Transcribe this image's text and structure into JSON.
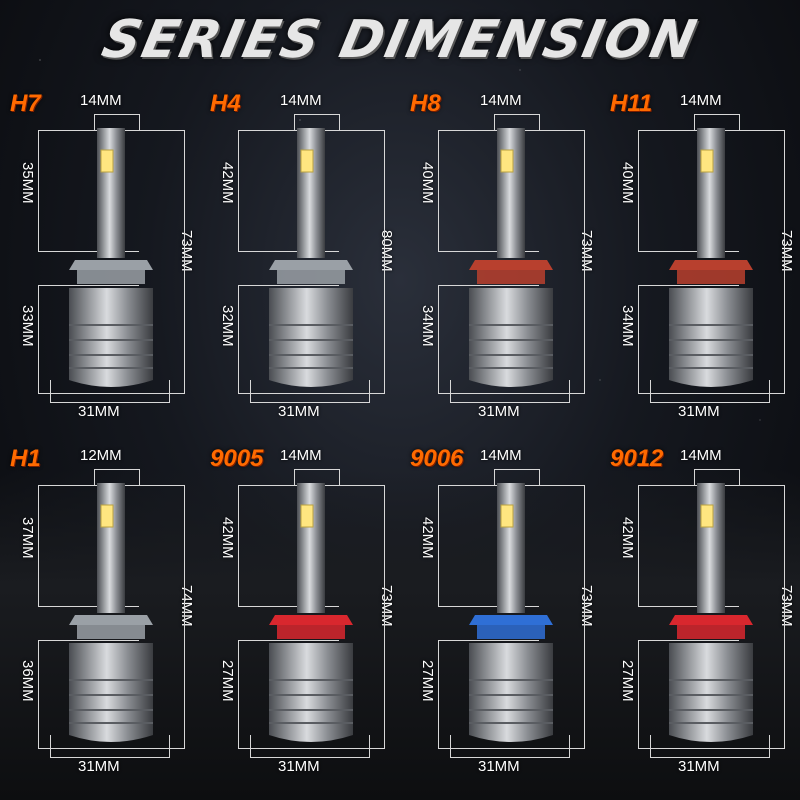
{
  "title": "SERIES DIMENSION",
  "bulbs": [
    {
      "label": "H7",
      "top": "14MM",
      "upper": "35MM",
      "total": "73MM",
      "lower": "33MM",
      "bottom": "31MM",
      "ring": "#9aa0a6"
    },
    {
      "label": "H4",
      "top": "14MM",
      "upper": "42MM",
      "total": "80MM",
      "lower": "32MM",
      "bottom": "31MM",
      "ring": "#9aa0a6"
    },
    {
      "label": "H8",
      "top": "14MM",
      "upper": "40MM",
      "total": "73MM",
      "lower": "34MM",
      "bottom": "31MM",
      "ring": "#b8402e"
    },
    {
      "label": "H11",
      "top": "14MM",
      "upper": "40MM",
      "total": "73MM",
      "lower": "34MM",
      "bottom": "31MM",
      "ring": "#b8402e"
    },
    {
      "label": "H1",
      "top": "12MM",
      "upper": "37MM",
      "total": "74MM",
      "lower": "36MM",
      "bottom": "31MM",
      "ring": "#9aa0a6"
    },
    {
      "label": "9005",
      "top": "14MM",
      "upper": "42MM",
      "total": "73MM",
      "lower": "27MM",
      "bottom": "31MM",
      "ring": "#d9272e"
    },
    {
      "label": "9006",
      "top": "14MM",
      "upper": "42MM",
      "total": "73MM",
      "lower": "27MM",
      "bottom": "31MM",
      "ring": "#2f6fd6"
    },
    {
      "label": "9012",
      "top": "14MM",
      "upper": "42MM",
      "total": "73MM",
      "lower": "27MM",
      "bottom": "31MM",
      "ring": "#d9272e"
    }
  ],
  "colors": {
    "label": "#ff6a00",
    "chip": "#ffe680"
  },
  "icons": {
    "bulb": "led-headlight-bulb-icon"
  }
}
